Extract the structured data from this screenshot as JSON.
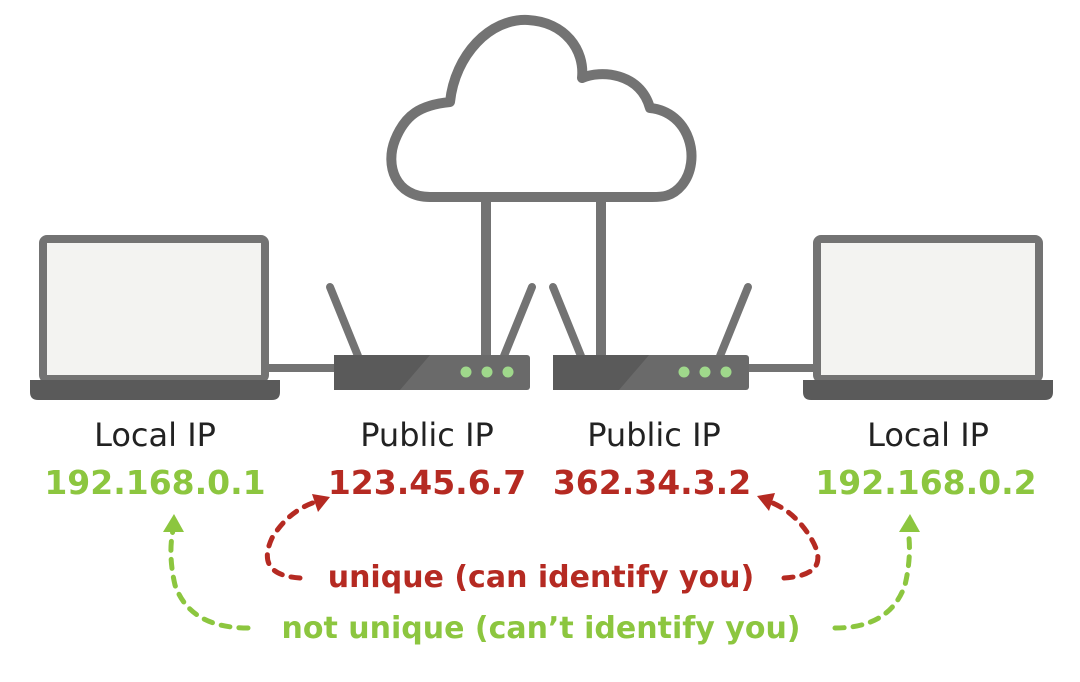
{
  "colors": {
    "device_gray": "#737373",
    "device_dark": "#5a5a5a",
    "screen_fill": "#f3f3f1",
    "cloud_fill": "#ffffff",
    "led_green": "#9fd88b",
    "local_green": "#8cc63f",
    "public_red": "#b52a22",
    "label_black": "#222222"
  },
  "icons": {
    "cloud": "cloud-icon",
    "laptop": "laptop-icon",
    "router": "router-icon"
  },
  "devices": {
    "left": {
      "heading": "Local IP",
      "ip": "192.168.0.1"
    },
    "left_router": {
      "heading": "Public IP",
      "ip": "123.45.6.7"
    },
    "right_router": {
      "heading": "Public IP",
      "ip": "362.34.3.2"
    },
    "right": {
      "heading": "Local IP",
      "ip": "192.168.0.2"
    }
  },
  "annotations": {
    "public": "unique (can identify you)",
    "local": "not unique (can’t identify you)"
  }
}
